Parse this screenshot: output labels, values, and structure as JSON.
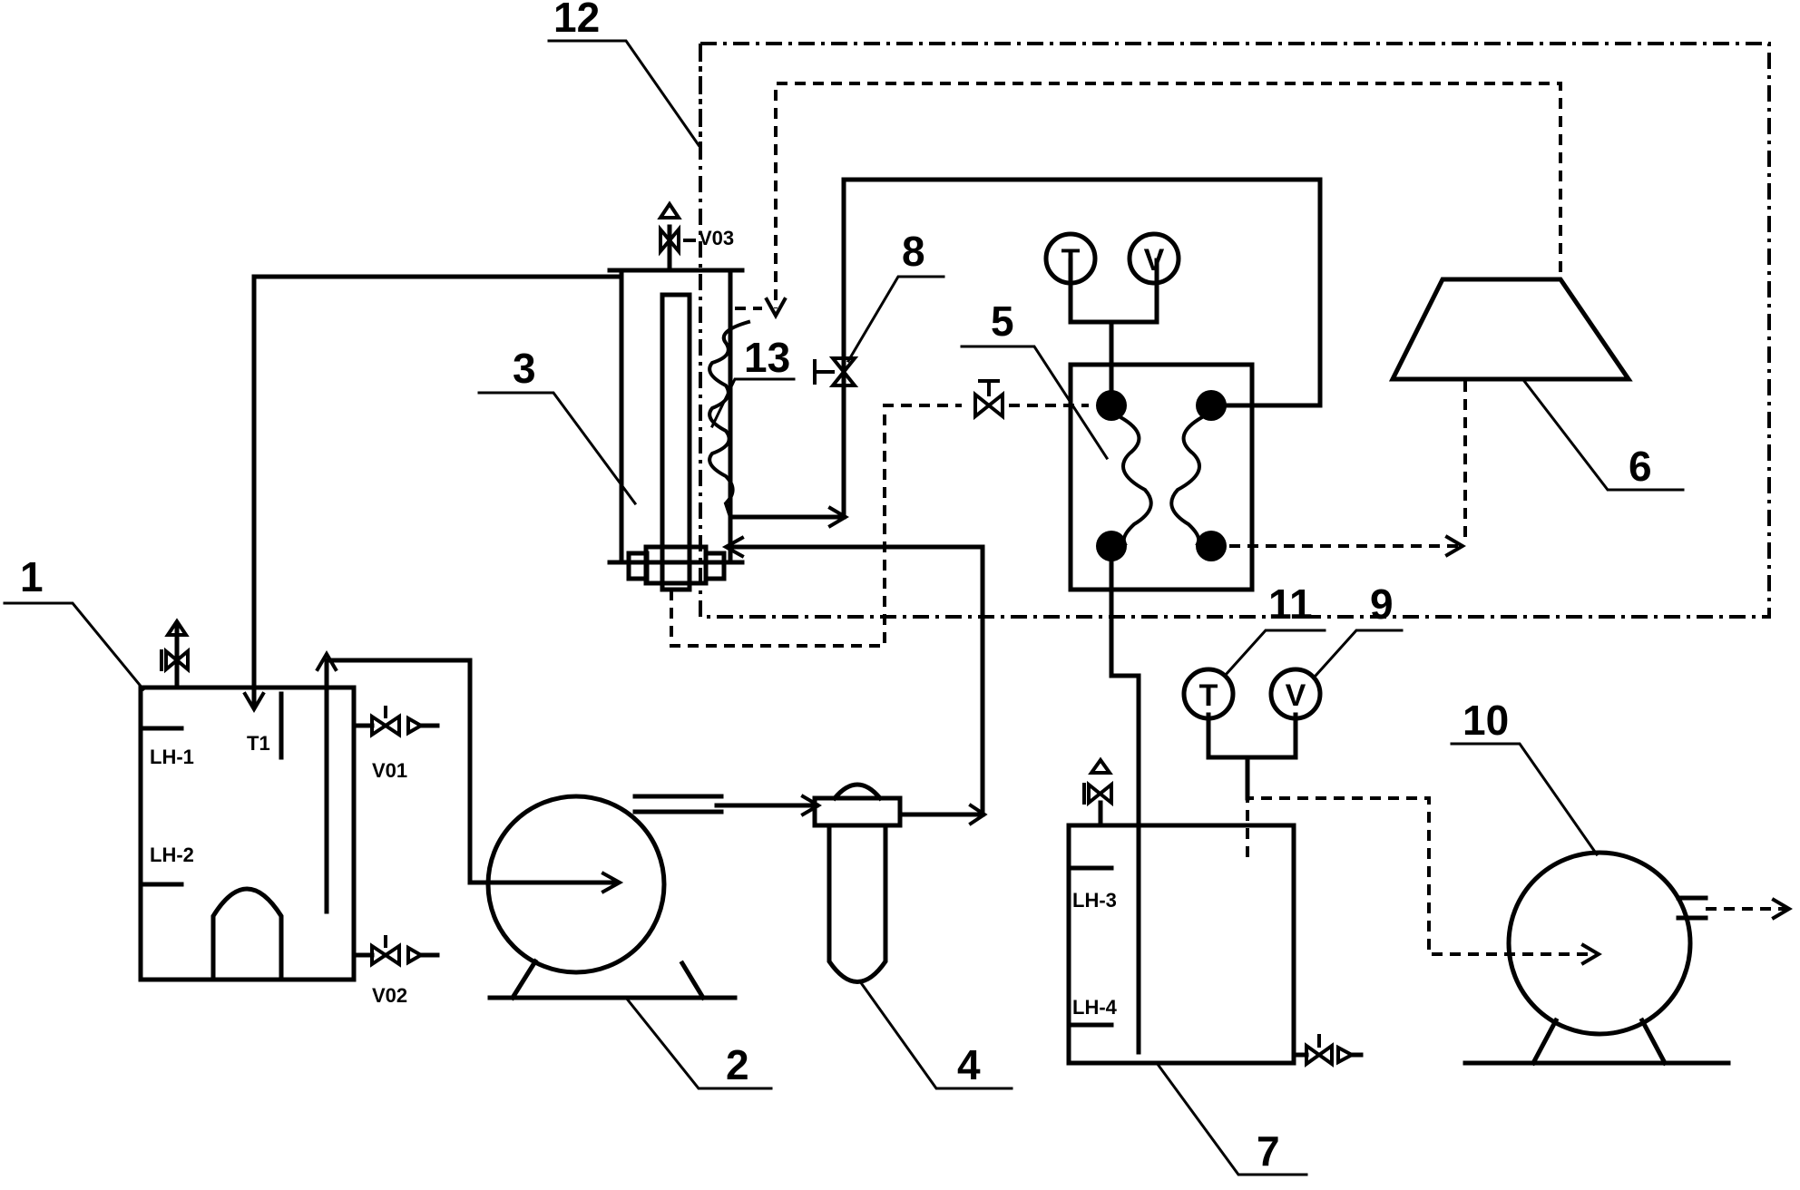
{
  "callouts": {
    "c1": "1",
    "c2": "2",
    "c3": "3",
    "c4": "4",
    "c5": "5",
    "c6": "6",
    "c7": "7",
    "c8": "8",
    "c9": "9",
    "c10": "10",
    "c11": "11",
    "c12": "12",
    "c13": "13"
  },
  "tank1": {
    "level_high": "LH-1",
    "level_low": "LH-2",
    "temp": "T1",
    "valve_a": "V01",
    "valve_b": "V02"
  },
  "column3": {
    "vent_valve": "V03"
  },
  "tank7": {
    "level_high": "LH-3",
    "level_low": "LH-4"
  },
  "gauges": {
    "temperature": "T",
    "vacuum": "V"
  }
}
